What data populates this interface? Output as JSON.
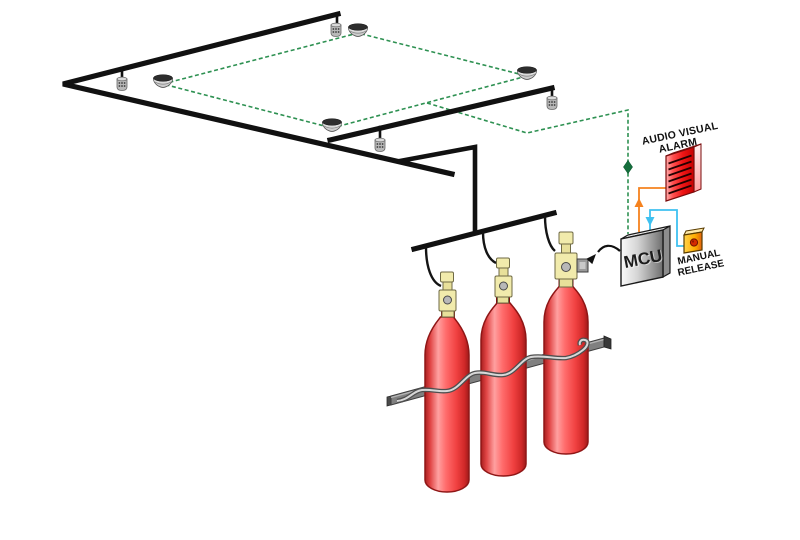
{
  "scene": {
    "title": "Gas based fire suppression system schematic",
    "labels": {
      "audio_visual_alarm_line1": "AUDIO VISUAL",
      "audio_visual_alarm_line2": "ALARM",
      "mcu": "MCU",
      "manual_release_line1": "MANUAL",
      "manual_release_line2": "RELEASE"
    },
    "colors": {
      "pipe": "#111111",
      "detector_loop": "#2e9152",
      "detector_loop_node": "#156f3c",
      "wire_alarm": "#f5821f",
      "wire_manual_release": "#3fc1f0",
      "actuation_cable": "#111111",
      "cylinder_red": "#ff5252",
      "cylinder_outline": "#8f1616",
      "valve_body": "#f1ebac",
      "alarm_box_red": "#ee1c1c",
      "mcu_gray": "#9a9a9a",
      "manual_release_yellow": "#ffc21c",
      "manual_release_button": "#d42a00",
      "mounting_rail": "#808080",
      "strap": "#d8d8d8",
      "nozzle_gray": "#b9b9b9",
      "detector_gray": "#e3e3e3"
    },
    "components": {
      "smoke_detector_count": 4,
      "discharge_nozzle_count": 4,
      "cylinder_count": 3,
      "control_panel": "MCU",
      "alarm_device": "AUDIO VISUAL ALARM",
      "release_device": "MANUAL RELEASE"
    }
  }
}
